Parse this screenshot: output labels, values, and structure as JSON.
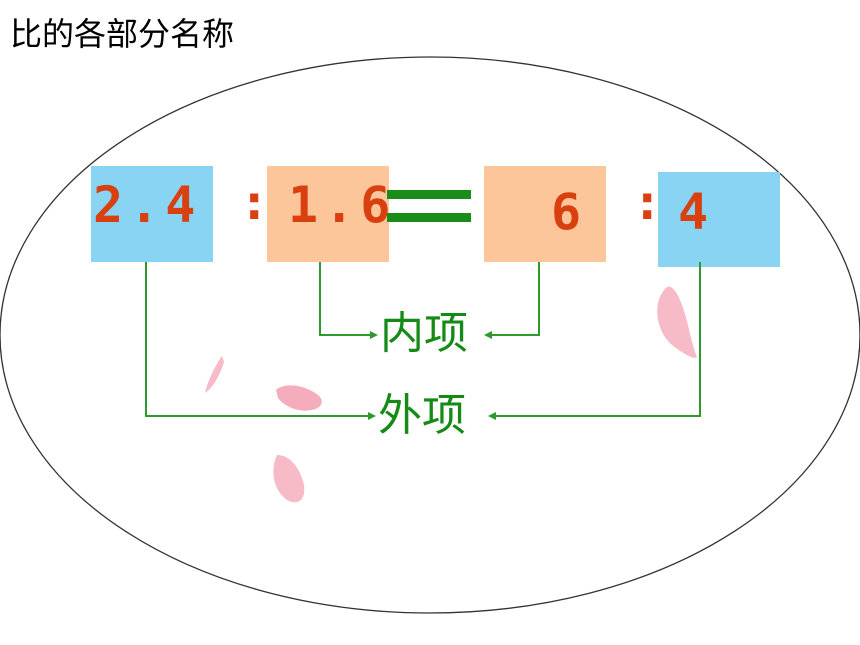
{
  "title": "比的各部分名称",
  "proportion": {
    "first_term": "2.4",
    "colon_1": ":",
    "second_term": "1.6",
    "equals": "=",
    "third_term": "6",
    "colon_2": ":",
    "fourth_term": "4"
  },
  "labels": {
    "inner_terms": "内项",
    "outer_terms": "外项"
  },
  "colors": {
    "number_text": "#d94010",
    "outer_box": "#89d4f3",
    "inner_box": "#fdc69a",
    "connector": "#2e9a2e",
    "label_text": "#168a16",
    "equals_sign": "#1a8c1a",
    "ellipse_stroke": "#333333",
    "petal": "#f6b3c1"
  }
}
